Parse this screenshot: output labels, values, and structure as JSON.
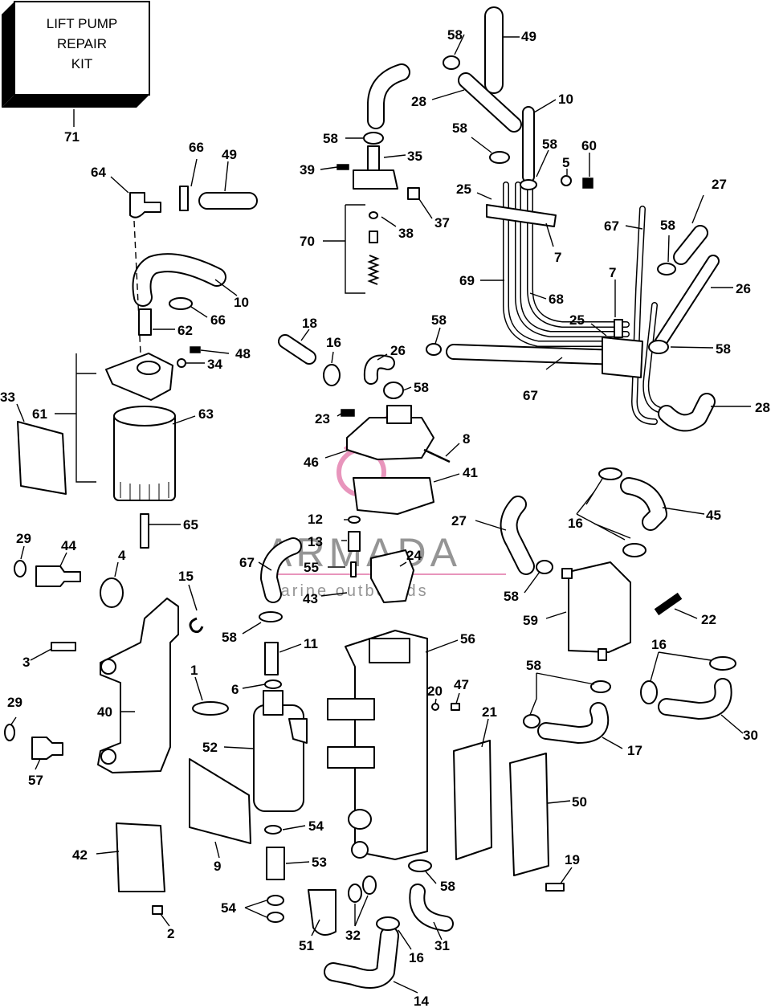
{
  "kit_box": {
    "line1": "LIFT PUMP",
    "line2": "REPAIR",
    "line3": "KIT",
    "number": "71"
  },
  "watermark": {
    "brand": "ARMADA",
    "tagline": "marine outboards",
    "logo_color": "#e68ab5"
  },
  "callouts": [
    {
      "id": "c58a",
      "text": "58"
    },
    {
      "id": "c49a",
      "text": "49"
    },
    {
      "id": "c28a",
      "text": "28"
    },
    {
      "id": "c10a",
      "text": "10"
    },
    {
      "id": "c58b",
      "text": "58"
    },
    {
      "id": "c35",
      "text": "35"
    },
    {
      "id": "c58c",
      "text": "58"
    },
    {
      "id": "c58d",
      "text": "58"
    },
    {
      "id": "c60",
      "text": "60"
    },
    {
      "id": "c5",
      "text": "5"
    },
    {
      "id": "c39",
      "text": "39"
    },
    {
      "id": "c25a",
      "text": "25"
    },
    {
      "id": "c27a",
      "text": "27"
    },
    {
      "id": "c37",
      "text": "37"
    },
    {
      "id": "c38",
      "text": "38"
    },
    {
      "id": "c7a",
      "text": "7"
    },
    {
      "id": "c67a",
      "text": "67"
    },
    {
      "id": "c58e",
      "text": "58"
    },
    {
      "id": "c70",
      "text": "70"
    },
    {
      "id": "c69",
      "text": "69"
    },
    {
      "id": "c7b",
      "text": "7"
    },
    {
      "id": "c26a",
      "text": "26"
    },
    {
      "id": "c68",
      "text": "68"
    },
    {
      "id": "c25b",
      "text": "25"
    },
    {
      "id": "c58f",
      "text": "58"
    },
    {
      "id": "c18",
      "text": "18"
    },
    {
      "id": "c16a",
      "text": "16"
    },
    {
      "id": "c26b",
      "text": "26"
    },
    {
      "id": "c58g",
      "text": "58"
    },
    {
      "id": "c67b",
      "text": "67"
    },
    {
      "id": "c58h",
      "text": "58"
    },
    {
      "id": "c28b",
      "text": "28"
    },
    {
      "id": "c23",
      "text": "23"
    },
    {
      "id": "c8",
      "text": "8"
    },
    {
      "id": "c46",
      "text": "46"
    },
    {
      "id": "c41",
      "text": "41"
    },
    {
      "id": "c64",
      "text": "64"
    },
    {
      "id": "c66a",
      "text": "66"
    },
    {
      "id": "c49b",
      "text": "49"
    },
    {
      "id": "c10b",
      "text": "10"
    },
    {
      "id": "c66b",
      "text": "66"
    },
    {
      "id": "c62",
      "text": "62"
    },
    {
      "id": "c48",
      "text": "48"
    },
    {
      "id": "c34",
      "text": "34"
    },
    {
      "id": "c33",
      "text": "33"
    },
    {
      "id": "c61",
      "text": "61"
    },
    {
      "id": "c63",
      "text": "63"
    },
    {
      "id": "c65",
      "text": "65"
    },
    {
      "id": "c12",
      "text": "12"
    },
    {
      "id": "c27b",
      "text": "27"
    },
    {
      "id": "c13",
      "text": "13"
    },
    {
      "id": "c16b",
      "text": "16"
    },
    {
      "id": "c45",
      "text": "45"
    },
    {
      "id": "c29a",
      "text": "29"
    },
    {
      "id": "c44",
      "text": "44"
    },
    {
      "id": "c4",
      "text": "4"
    },
    {
      "id": "c67c",
      "text": "67"
    },
    {
      "id": "c24",
      "text": "24"
    },
    {
      "id": "c55",
      "text": "55"
    },
    {
      "id": "c15",
      "text": "15"
    },
    {
      "id": "c43",
      "text": "43"
    },
    {
      "id": "c58i",
      "text": "58"
    },
    {
      "id": "c59",
      "text": "59"
    },
    {
      "id": "c22",
      "text": "22"
    },
    {
      "id": "c58j",
      "text": "58"
    },
    {
      "id": "c11",
      "text": "11"
    },
    {
      "id": "c56",
      "text": "56"
    },
    {
      "id": "c3",
      "text": "3"
    },
    {
      "id": "c1",
      "text": "1"
    },
    {
      "id": "c16c",
      "text": "16"
    },
    {
      "id": "c58k",
      "text": "58"
    },
    {
      "id": "c6",
      "text": "6"
    },
    {
      "id": "c20",
      "text": "20"
    },
    {
      "id": "c47",
      "text": "47"
    },
    {
      "id": "c29b",
      "text": "29"
    },
    {
      "id": "c40",
      "text": "40"
    },
    {
      "id": "c21",
      "text": "21"
    },
    {
      "id": "c17",
      "text": "17"
    },
    {
      "id": "c30",
      "text": "30"
    },
    {
      "id": "c52",
      "text": "52"
    },
    {
      "id": "c57",
      "text": "57"
    },
    {
      "id": "c50",
      "text": "50"
    },
    {
      "id": "c54a",
      "text": "54"
    },
    {
      "id": "c42",
      "text": "42"
    },
    {
      "id": "c9",
      "text": "9"
    },
    {
      "id": "c53",
      "text": "53"
    },
    {
      "id": "c19",
      "text": "19"
    },
    {
      "id": "c58l",
      "text": "58"
    },
    {
      "id": "c54b",
      "text": "54"
    },
    {
      "id": "c2",
      "text": "2"
    },
    {
      "id": "c32",
      "text": "32"
    },
    {
      "id": "c51",
      "text": "51"
    },
    {
      "id": "c31",
      "text": "31"
    },
    {
      "id": "c16d",
      "text": "16"
    },
    {
      "id": "c14",
      "text": "14"
    }
  ]
}
